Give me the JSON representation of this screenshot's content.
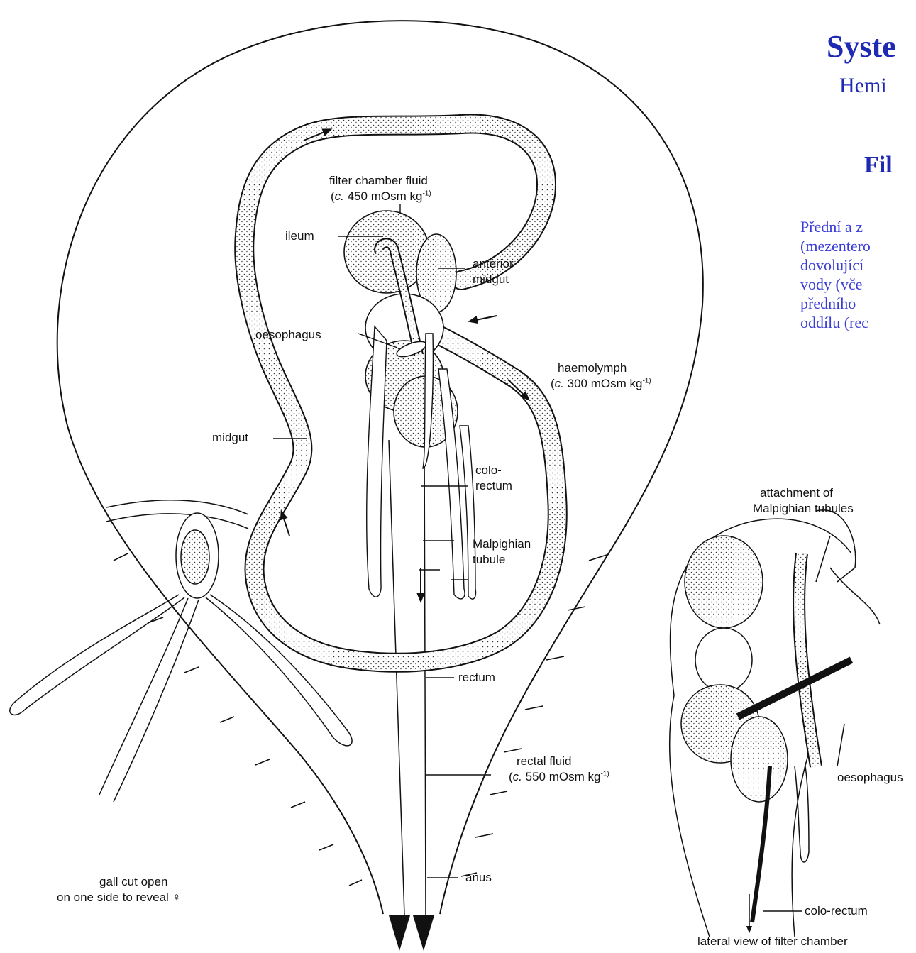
{
  "title": {
    "line1": "Syste",
    "line2": "Hemi",
    "line3": "Fil"
  },
  "czech_text": [
    "Přední a z",
    "(mezentero",
    "dovolující",
    "vody (vče",
    "předního",
    "oddílu (rec"
  ],
  "labels": {
    "filter_chamber_fluid": "filter chamber fluid",
    "filter_chamber_conc_prefix": "(",
    "filter_chamber_conc_c": "c.",
    "filter_chamber_conc_rest": " 450 mOsm kg",
    "ileum": "ileum",
    "anterior_midgut_1": "anterior",
    "anterior_midgut_2": "midgut",
    "oesophagus": "oesophagus",
    "haemolymph": "haemolymph",
    "haemolymph_conc_rest": " 300 mOsm kg",
    "midgut": "midgut",
    "colorectum_1": "colo-",
    "colorectum_2": "rectum",
    "malpighian_1": "Malpighian",
    "malpighian_2": "tubule",
    "rectum": "rectum",
    "rectal_fluid": "rectal fluid",
    "rectal_fluid_conc_rest": " 550 mOsm kg",
    "superscript": "-1)",
    "anus": "anus",
    "gall_1": "gall cut open",
    "gall_2": "on one side to reveal ♀",
    "attachment_1": "attachment of",
    "attachment_2": "Malpighian tubules",
    "oesophagus_right": "oesophagus",
    "colo_rectum_right": "colo-rectum",
    "lateral_view": "lateral view of filter chamber"
  }
}
